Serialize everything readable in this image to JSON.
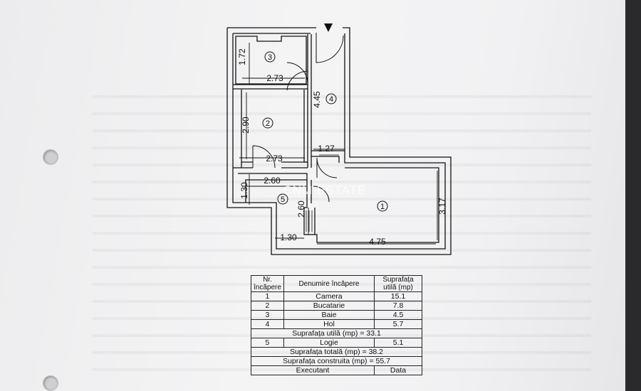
{
  "watermark": "CNM ESTATE",
  "plan": {
    "rooms": [
      "1",
      "2",
      "3",
      "4",
      "5"
    ],
    "dims": {
      "room3_h": "1.72",
      "room3_w": "2.73",
      "hall_len": "4.45",
      "room2_h": "2.90",
      "room2_w": "2.73",
      "hall_w": "1.27",
      "loggia_w": "2.60",
      "loggia_h": "1.30",
      "loggia_side": "2.60",
      "loggia_bottom": "1.30",
      "room1_h": "3.17",
      "room1_w": "4.75"
    }
  },
  "table": {
    "header": {
      "nr": "Nr. încăpere",
      "name": "Denumire încăpere",
      "area": "Suprafața utilă (mp)"
    },
    "rows": [
      {
        "nr": "1",
        "name": "Camera",
        "area": "15.1"
      },
      {
        "nr": "2",
        "name": "Bucatarie",
        "area": "7.8"
      },
      {
        "nr": "3",
        "name": "Baie",
        "area": "4.5"
      },
      {
        "nr": "4",
        "name": "Hol",
        "area": "5.7"
      }
    ],
    "useful_total": "Suprafața utilă (mp) = 33.1",
    "loggia": {
      "nr": "5",
      "name": "Logie",
      "area": "5.1"
    },
    "total": "Suprafața totală (mp) = 38.2",
    "built": "Suprafața construita (mp) = 55.7",
    "executant": "Executant",
    "data": "Data"
  }
}
